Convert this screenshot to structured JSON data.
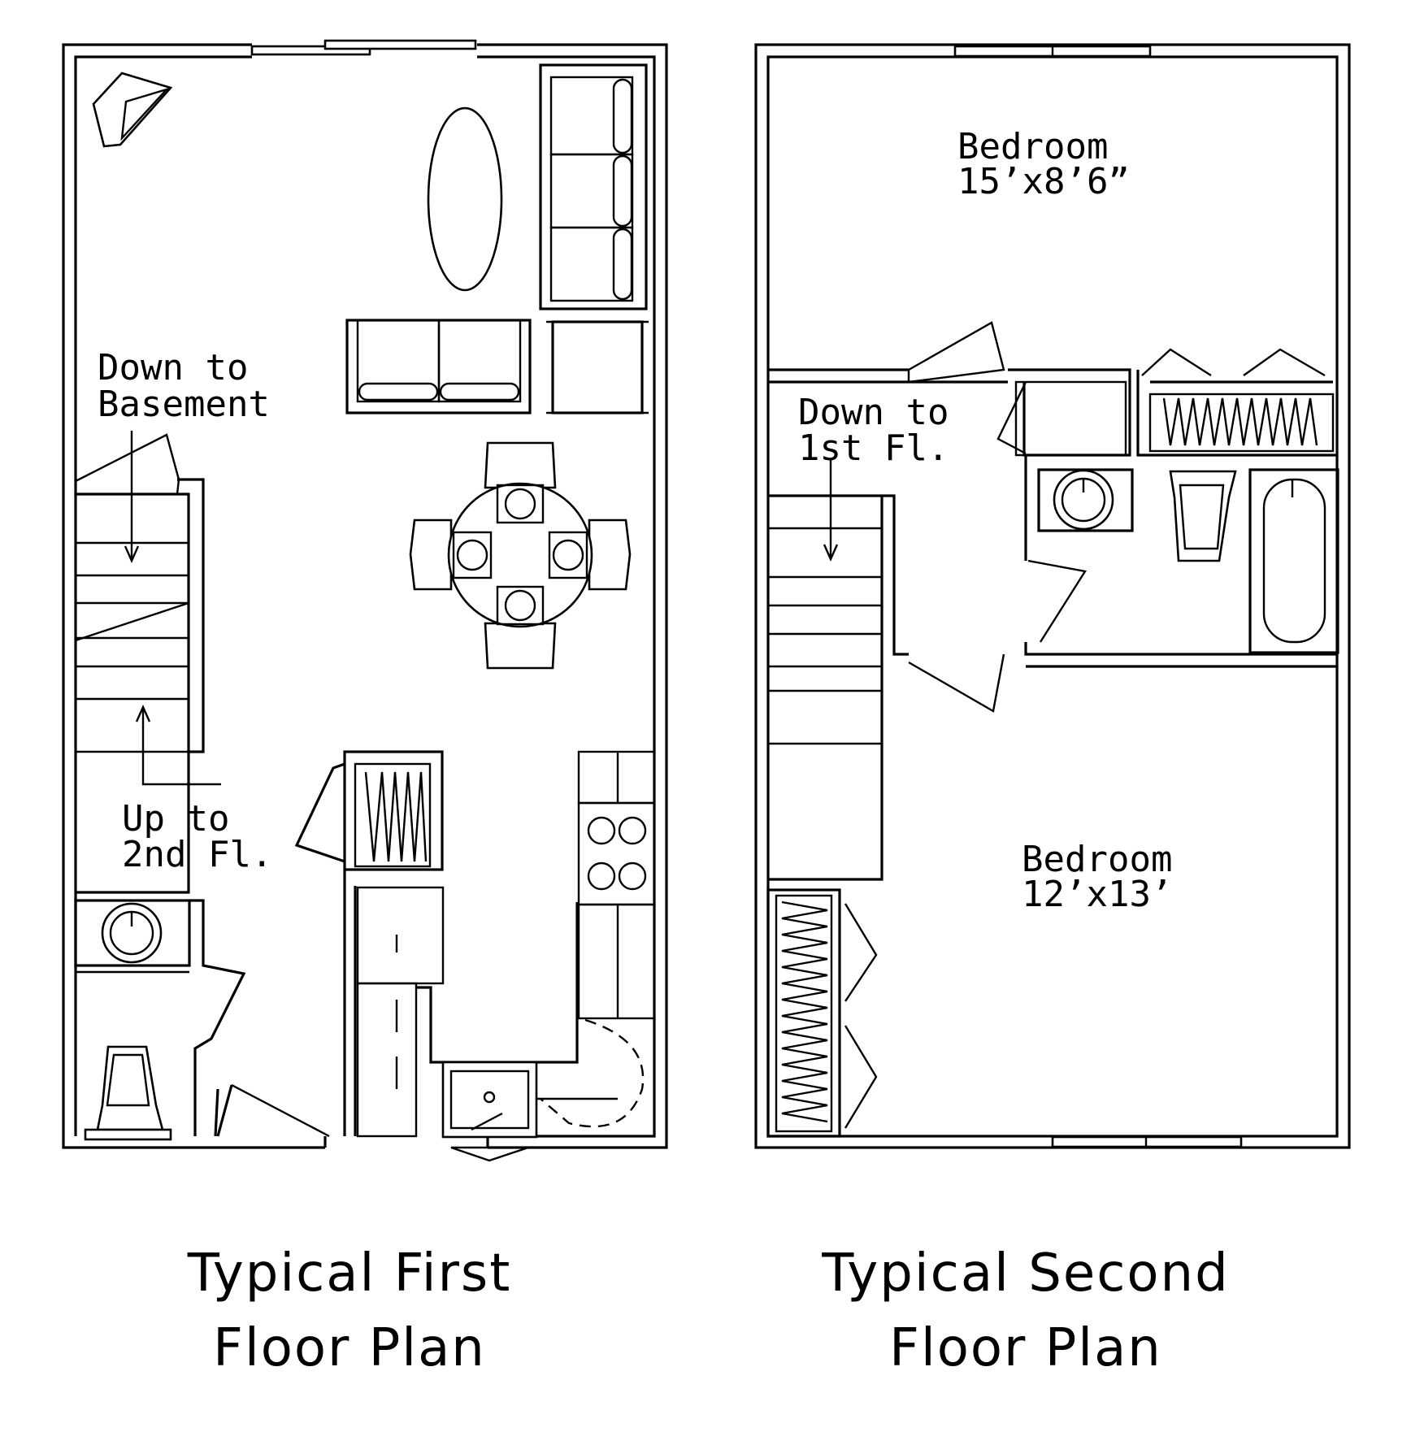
{
  "first_floor": {
    "caption_line1": "Typical First",
    "caption_line2": "Floor Plan",
    "label_basement_1": "Down to",
    "label_basement_2": "Basement",
    "label_up_1": "Up to",
    "label_up_2": "2nd Fl."
  },
  "second_floor": {
    "caption_line1": "Typical Second",
    "caption_line2": "Floor Plan",
    "label_down_1": "Down to",
    "label_down_2": "1st Fl.",
    "bedroom_top_name": "Bedroom",
    "bedroom_top_size": "15’x8’6”",
    "bedroom_bottom_name": "Bedroom",
    "bedroom_bottom_size": "12’x13’"
  }
}
